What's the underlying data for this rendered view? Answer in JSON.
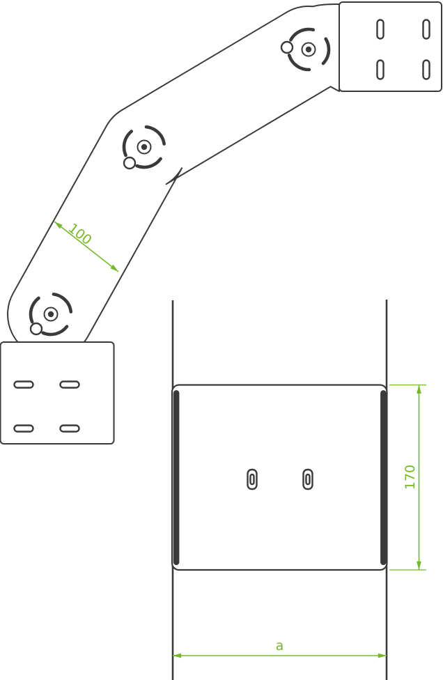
{
  "drawing": {
    "dimensions": {
      "width_label": "100",
      "height_label": "170",
      "length_label": "a"
    },
    "colors": {
      "line": "#3a3a3a",
      "dimension": "#76b82a",
      "background": "#ffffff"
    }
  }
}
